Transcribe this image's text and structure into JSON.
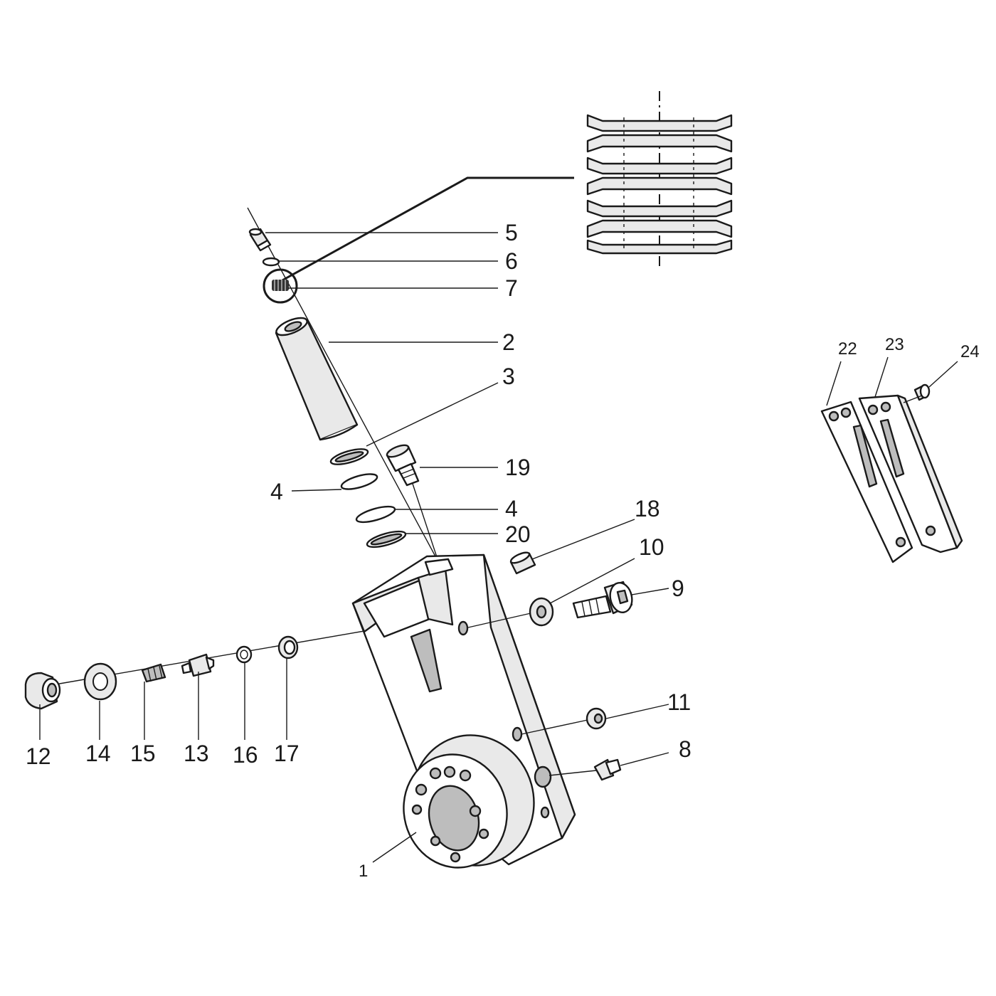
{
  "labels": {
    "p1": "1",
    "p2": "2",
    "p3": "3",
    "p4a": "4",
    "p4b": "4",
    "p5": "5",
    "p6": "6",
    "p7": "7",
    "p8": "8",
    "p9": "9",
    "p10": "10",
    "p11": "11",
    "p12": "12",
    "p13": "13",
    "p14": "14",
    "p15": "15",
    "p16": "16",
    "p17": "17",
    "p18": "18",
    "p19": "19",
    "p20": "20",
    "p22": "22",
    "p23": "23",
    "p24": "24"
  },
  "colors": {
    "line": "#1a1a1a",
    "shade": "#e9e9e9",
    "dark": "#bdbdbd"
  }
}
